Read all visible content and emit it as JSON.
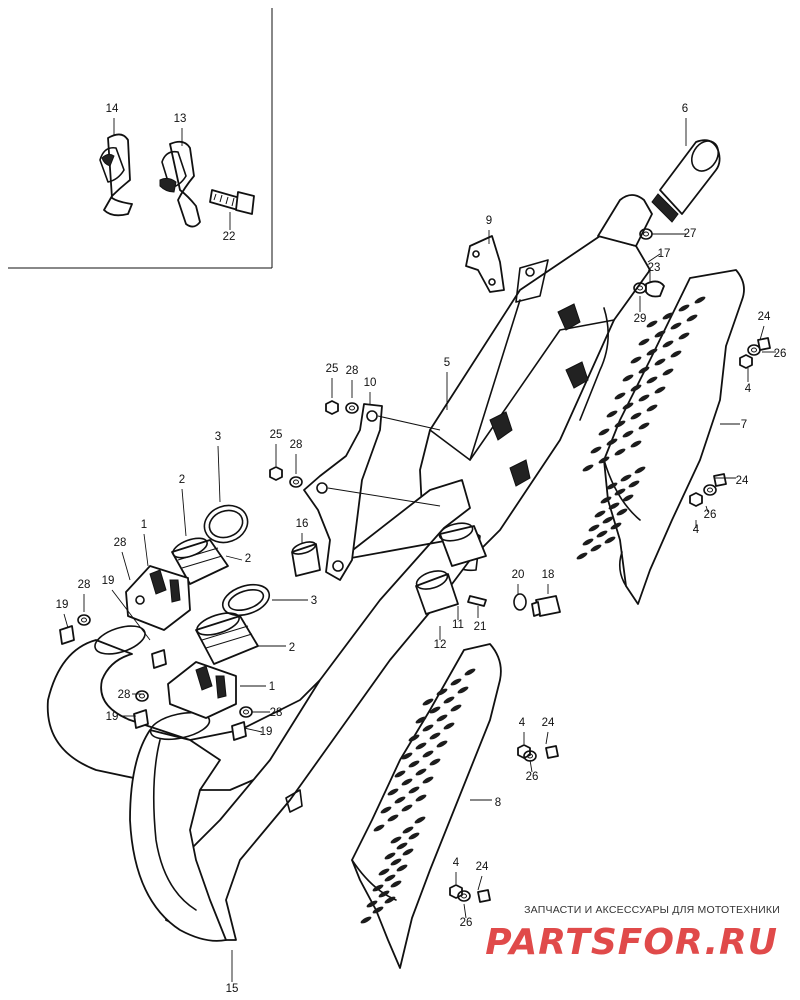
{
  "labels": {
    "p1a": "1",
    "p1b": "1",
    "p2a": "2",
    "p2b": "2",
    "p2c": "2",
    "p3a": "3",
    "p3b": "3",
    "p4a": "4",
    "p4b": "4",
    "p4c": "4",
    "p4d": "4",
    "p5": "5",
    "p6": "6",
    "p7": "7",
    "p8": "8",
    "p9": "9",
    "p10": "10",
    "p11": "11",
    "p12": "12",
    "p13": "13",
    "p14": "14",
    "p15": "15",
    "p16": "16",
    "p17": "17",
    "p18": "18",
    "p19a": "19",
    "p19b": "19",
    "p19c": "19",
    "p19d": "19",
    "p20": "20",
    "p21": "21",
    "p22": "22",
    "p23": "23",
    "p24a": "24",
    "p24b": "24",
    "p24c": "24",
    "p24d": "24",
    "p25a": "25",
    "p25b": "25",
    "p26a": "26",
    "p26b": "26",
    "p26c": "26",
    "p26d": "26",
    "p27": "27",
    "p28a": "28",
    "p28b": "28",
    "p28c": "28",
    "p28d": "28",
    "p28e": "28",
    "p28f": "28",
    "p29": "29"
  },
  "watermark": {
    "caption": "ЗАПЧАСТИ И АКСЕССУАРЫ ДЛЯ МОТОТЕХНИКИ",
    "logo": "PARTSFOR.RU"
  },
  "colors": {
    "ink": "#111111",
    "watermark": "#e04a4a",
    "background": "#ffffff"
  }
}
